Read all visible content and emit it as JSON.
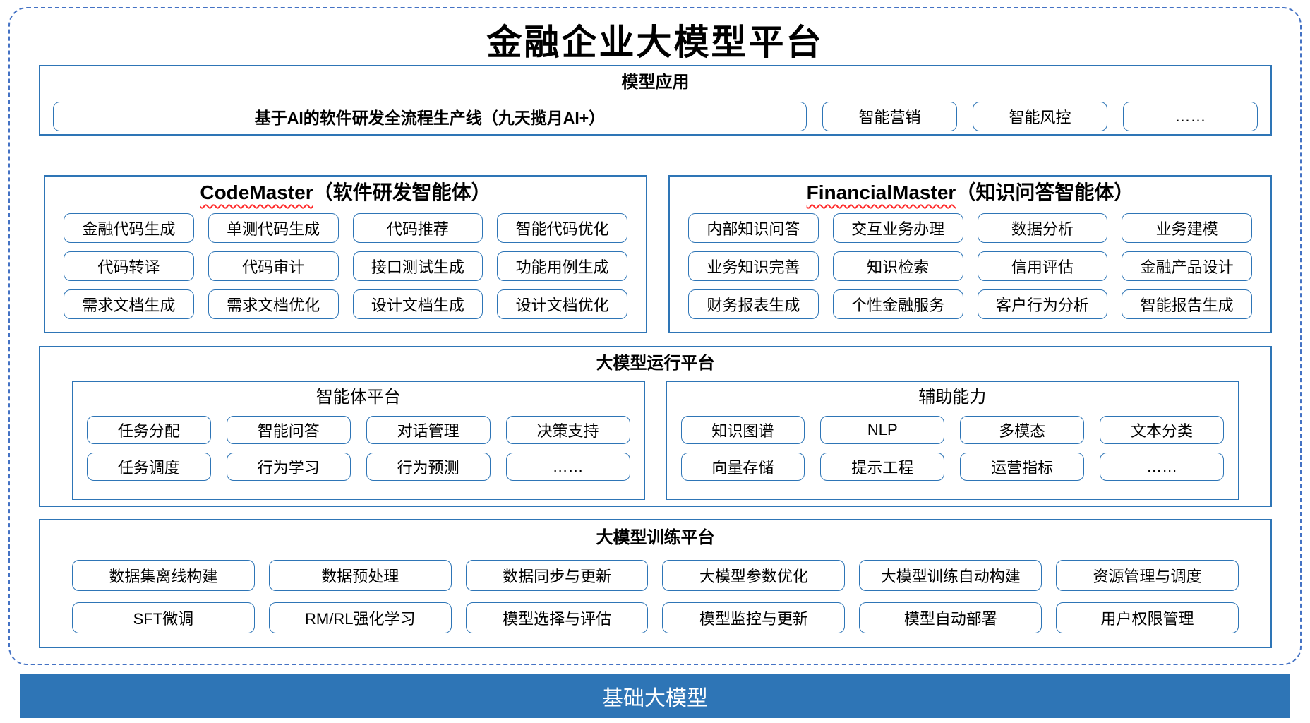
{
  "title": "金融企业大模型平台",
  "colors": {
    "section_border": "#2E75B6",
    "dashed_frame": "#4472C4",
    "bar_background": "#2E75B6",
    "wavy_underline": "#FF2B2B"
  },
  "model_apps": {
    "header": "模型应用",
    "main_item": "基于AI的软件研发全流程生产线（九天揽月AI+）",
    "items": [
      "智能营销",
      "智能风控",
      "……"
    ]
  },
  "agents": [
    {
      "name_en": "CodeMaster",
      "name_cn": "（软件研发智能体）",
      "rows": [
        [
          "金融代码生成",
          "单测代码生成",
          "代码推荐",
          "智能代码优化"
        ],
        [
          "代码转译",
          "代码审计",
          "接口测试生成",
          "功能用例生成"
        ],
        [
          "需求文档生成",
          "需求文档优化",
          "设计文档生成",
          "设计文档优化"
        ]
      ]
    },
    {
      "name_en": "FinancialMaster",
      "name_cn": "（知识问答智能体）",
      "rows": [
        [
          "内部知识问答",
          "交互业务办理",
          "数据分析",
          "业务建模"
        ],
        [
          "业务知识完善",
          "知识检索",
          "信用评估",
          "金融产品设计"
        ],
        [
          "财务报表生成",
          "个性金融服务",
          "客户行为分析",
          "智能报告生成"
        ]
      ]
    }
  ],
  "runtime_platform": {
    "header": "大模型运行平台",
    "panels": [
      {
        "header": "智能体平台",
        "rows": [
          [
            "任务分配",
            "智能问答",
            "对话管理",
            "决策支持"
          ],
          [
            "任务调度",
            "行为学习",
            "行为预测",
            "……"
          ]
        ]
      },
      {
        "header": "辅助能力",
        "rows": [
          [
            "知识图谱",
            "NLP",
            "多模态",
            "文本分类"
          ],
          [
            "向量存储",
            "提示工程",
            "运营指标",
            "……"
          ]
        ]
      }
    ]
  },
  "training_platform": {
    "header": "大模型训练平台",
    "rows": [
      [
        "数据集离线构建",
        "数据预处理",
        "数据同步与更新",
        "大模型参数优化",
        "大模型训练自动构建",
        "资源管理与调度"
      ],
      [
        "SFT微调",
        "RM/RL强化学习",
        "模型选择与评估",
        "模型监控与更新",
        "模型自动部署",
        "用户权限管理"
      ]
    ]
  },
  "base_model_bar": {
    "label": "基础大模型"
  }
}
